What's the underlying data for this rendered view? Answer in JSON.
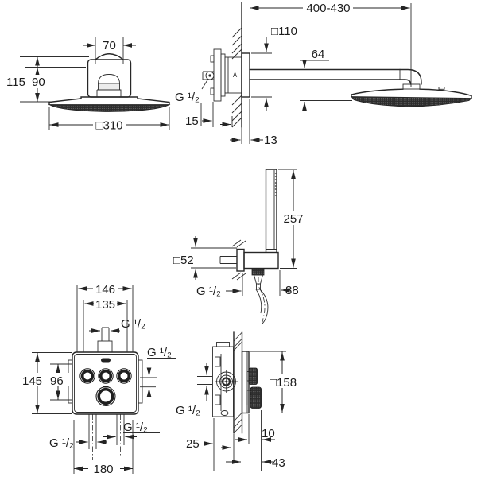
{
  "views": {
    "head_side": {
      "dim_width_top": "70",
      "dim_height_outer": "115",
      "dim_height_inner": "90",
      "dim_width_bottom": "□310"
    },
    "arm_side": {
      "dim_arm_length": "400-430",
      "dim_wall_plate": "□110",
      "dim_arm_drop": "64",
      "dim_depth_min": "15",
      "dim_plate_offset": "13",
      "thread_label": "G ¹/₂",
      "valve_marking": "A"
    },
    "hand_shower": {
      "dim_height": "257",
      "dim_union": "□52",
      "dim_depth": "88",
      "thread_label": "G ¹/₂"
    },
    "trim_front": {
      "dim_width_outer": "146",
      "dim_width_inner": "135",
      "dim_height_outer": "145",
      "dim_height_inner": "96",
      "dim_width_bottom": "180",
      "thread_top": "G ¹/₂",
      "thread_side": "G ¹/₂",
      "thread_bottom_left": "G ¹/₂",
      "thread_bottom_right": "G ¹/₂"
    },
    "trim_side": {
      "dim_plate": "□158",
      "dim_depth_behind": "25",
      "dim_protrusion": "10",
      "dim_knob_depth": "43",
      "thread_label": "G ¹/₂"
    }
  },
  "colors": {
    "line": "#242424",
    "dark_fill": "#2d2d2d",
    "background": "#ffffff"
  }
}
